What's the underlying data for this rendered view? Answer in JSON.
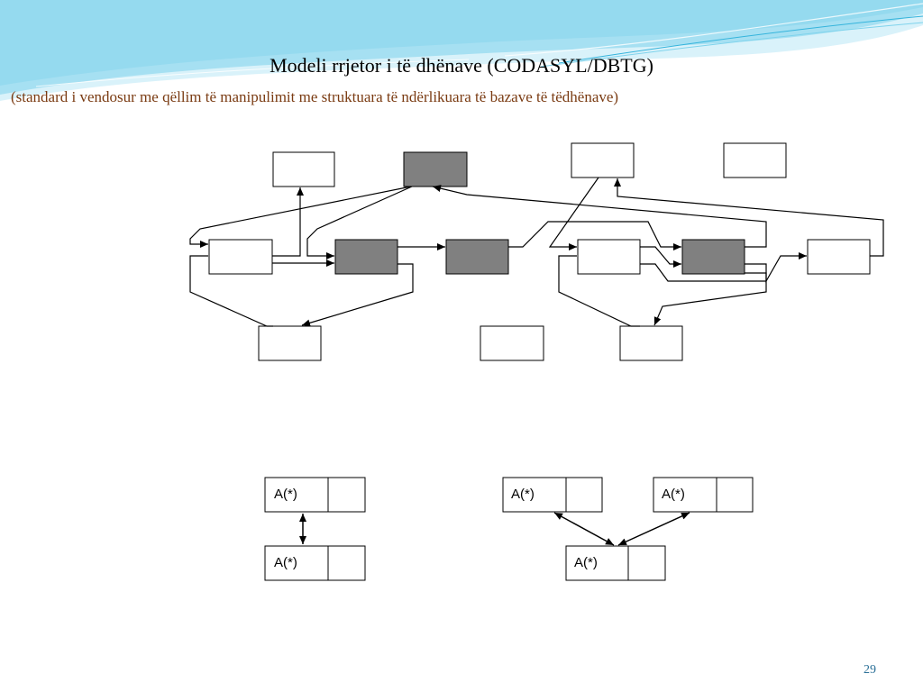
{
  "slide": {
    "title": "Modeli rrjetor i të dhënave (CODASYL/DBTG)",
    "subtitle": "(standard i vendosur me qëllim të manipulimit me struktuara të ndërlikuara të bazave të tëdhënave)",
    "page_number": "29"
  },
  "colors": {
    "record_fill": "#ffffff",
    "record_shaded_fill": "#808080",
    "line": "#000000",
    "subtitle": "#7a3b12",
    "wave_light": "#bfeaf6",
    "wave_mid": "#7fd3ec",
    "wave_dark": "#35b4dc"
  },
  "diagram_bottom": {
    "left_group": {
      "top_label": "A(*)",
      "bottom_label": "A(*)",
      "arrow": "double-headed"
    },
    "right_group": {
      "left_label": "A(*)",
      "right_label": "A(*)",
      "bottom_label": "A(*)",
      "arrows": "double-headed"
    }
  }
}
